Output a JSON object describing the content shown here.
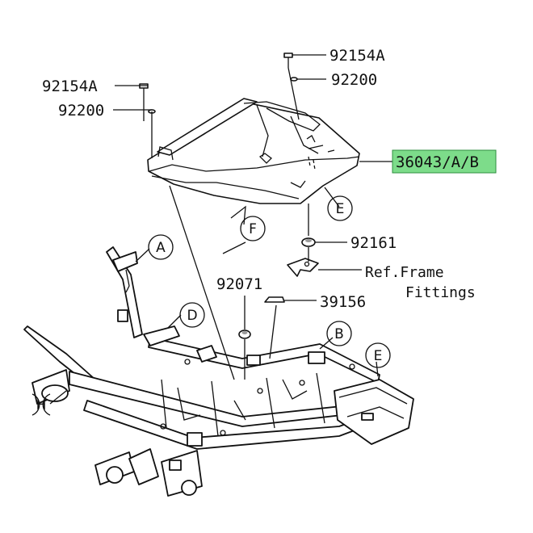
{
  "diagram": {
    "callouts": {
      "part_36043": "36043/A/B",
      "screw_left": "92154A",
      "washer_left": "92200",
      "screw_right": "92154A",
      "washer_right": "92200",
      "grommet": "92161",
      "ref_frame_line1": "Ref.Frame",
      "ref_frame_line2": "Fittings",
      "part_92071": "92071",
      "part_39156": "39156"
    },
    "circle_refs": {
      "A": "A",
      "B": "B",
      "D": "D",
      "E_upper": "E",
      "E_lower": "E",
      "F": "F",
      "H": "H"
    },
    "highlight_color": "#7ddc8a"
  }
}
